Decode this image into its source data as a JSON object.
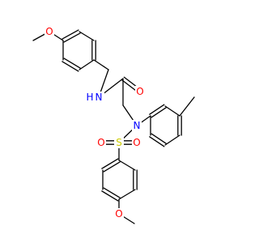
{
  "molecule": {
    "atoms": {
      "o_top": {
        "label": "O",
        "color": "#ff0000"
      },
      "nh": {
        "label": "N",
        "color": "#0000ff"
      },
      "nh_h": {
        "label": "H",
        "color": "#0000ff"
      },
      "o_carbonyl": {
        "label": "O",
        "color": "#ff0000"
      },
      "n_sulfonamide": {
        "label": "N",
        "color": "#0000ff"
      },
      "o_sulfonyl_left": {
        "label": "O",
        "color": "#ff0000"
      },
      "s": {
        "label": "S",
        "color": "#cccc00"
      },
      "o_sulfonyl_right": {
        "label": "O",
        "color": "#ff0000"
      },
      "o_bottom": {
        "label": "O",
        "color": "#ff0000"
      }
    },
    "bond_color": "#000000"
  }
}
